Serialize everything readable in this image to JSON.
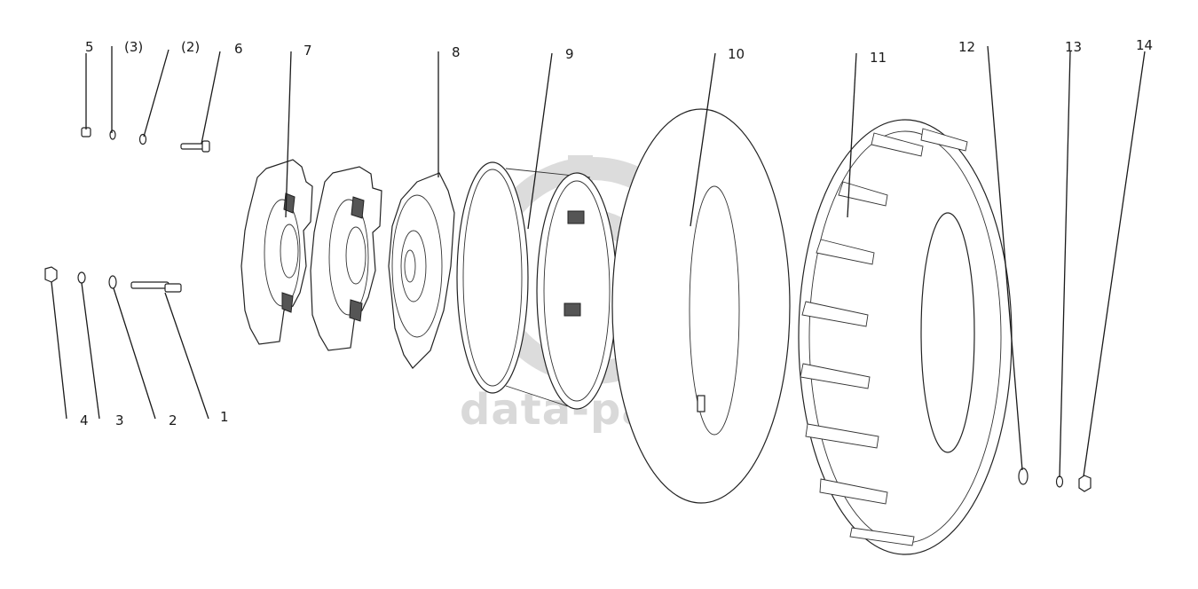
{
  "watermark": {
    "text": "data-parts",
    "color": "#d6d6d6"
  },
  "callouts": [
    {
      "id": "1",
      "text": "1"
    },
    {
      "id": "2",
      "text": "2"
    },
    {
      "id": "3",
      "text": "3"
    },
    {
      "id": "4",
      "text": "4"
    },
    {
      "id": "5",
      "text": "5"
    },
    {
      "id": "3p",
      "text": "(3)"
    },
    {
      "id": "2p",
      "text": "(2)"
    },
    {
      "id": "6",
      "text": "6"
    },
    {
      "id": "7",
      "text": "7"
    },
    {
      "id": "8",
      "text": "8"
    },
    {
      "id": "9",
      "text": "9"
    },
    {
      "id": "10",
      "text": "10"
    },
    {
      "id": "11",
      "text": "11"
    },
    {
      "id": "12",
      "text": "12"
    },
    {
      "id": "13",
      "text": "13"
    },
    {
      "id": "14",
      "text": "14"
    }
  ]
}
